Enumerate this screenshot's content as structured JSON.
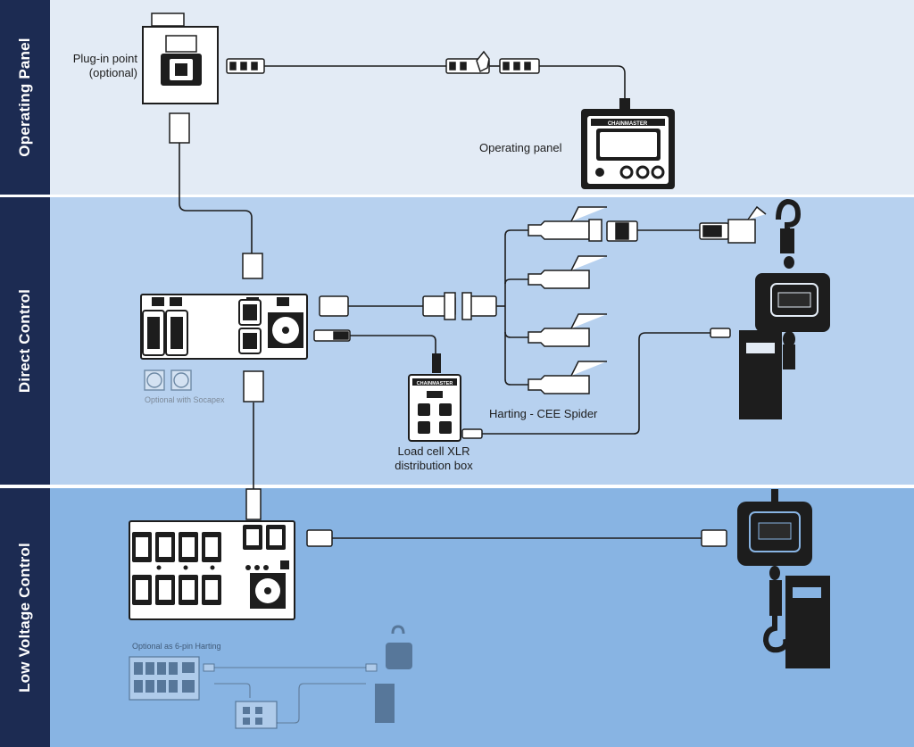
{
  "sections": [
    {
      "id": "operating_panel",
      "title": "Operating Panel"
    },
    {
      "id": "direct_control",
      "title": "Direct Control"
    },
    {
      "id": "low_voltage_control",
      "title": "Low Voltage Control"
    }
  ],
  "labels": {
    "plug_in_point_line1": "Plug-in point",
    "plug_in_point_line2": "(optional)",
    "operating_panel": "Operating panel",
    "optional_socapex": "Optional with Socapex",
    "harting_cee_spider": "Harting - CEE Spider",
    "load_cell_line1": "Load cell XLR",
    "load_cell_line2": "distribution box",
    "optional_6pin": "Optional as 6-pin Harting"
  },
  "brand": {
    "panel_logo": "CHAINMASTER",
    "box_logo": "CHAINMASTER"
  },
  "colors": {
    "sidebar": "#1c2b52",
    "band_operating": "#e3ebf5",
    "band_direct": "#b7d1ef",
    "band_low_voltage": "#88b4e3",
    "line": "#1d1d1d"
  },
  "icons": [
    "plug-in-box-icon",
    "connector-icon",
    "operating-panel-icon",
    "controller-icon",
    "xlr-box-icon",
    "cee-plug-icon",
    "hoist-icon"
  ]
}
